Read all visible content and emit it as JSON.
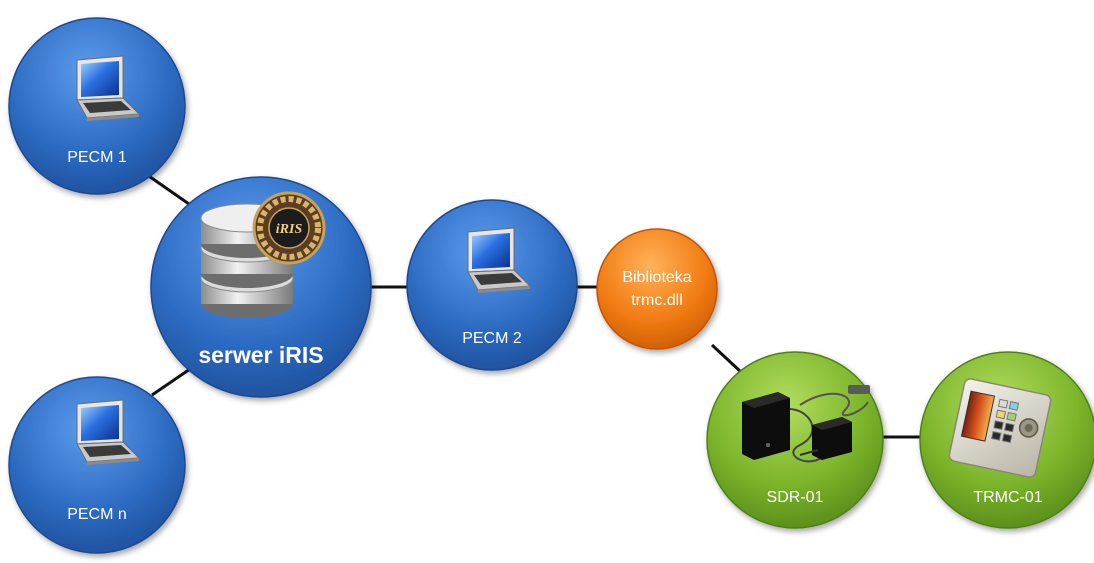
{
  "diagram": {
    "nodes": {
      "pecm1": {
        "label": "PECM 1"
      },
      "server": {
        "label": "serwer iRIS",
        "badge": "iRIS"
      },
      "pecmn": {
        "label": "PECM n"
      },
      "pecm2": {
        "label": "PECM 2"
      },
      "library": {
        "label_line1": "Biblioteka",
        "label_line2": "trmc.dll"
      },
      "sdr": {
        "label": "SDR-01"
      },
      "trmc": {
        "label": "TRMC-01"
      }
    },
    "edges": [
      {
        "from": "pecm1",
        "to": "server"
      },
      {
        "from": "pecmn",
        "to": "server"
      },
      {
        "from": "server",
        "to": "pecm2"
      },
      {
        "from": "pecm2",
        "to": "library"
      },
      {
        "from": "library",
        "to": "sdr"
      },
      {
        "from": "sdr",
        "to": "trmc"
      }
    ],
    "colors": {
      "blue_node": "#2f6fc4",
      "orange_node": "#f07a12",
      "green_node": "#7cb52a",
      "edge": "#111111"
    },
    "icons": {
      "pecm1": "laptop-icon",
      "pecmn": "laptop-icon",
      "pecm2": "laptop-icon",
      "server": "database-icon",
      "sdr": "sdr-device-icon",
      "trmc": "trmc-device-icon"
    }
  }
}
